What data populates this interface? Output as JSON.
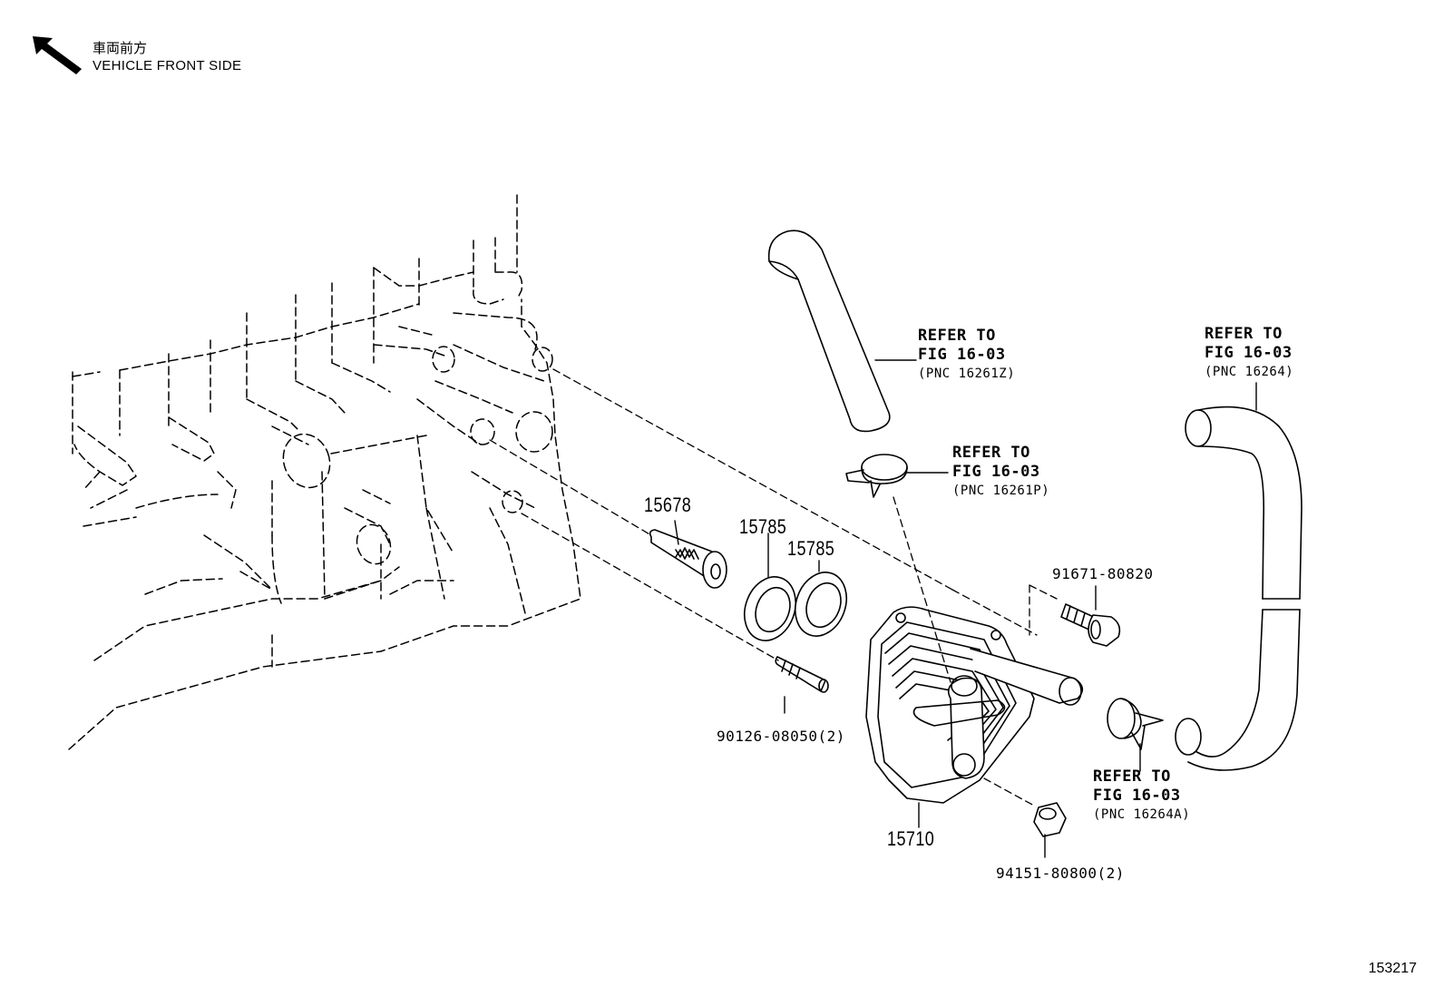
{
  "orientation": {
    "label_jp": "車両前方",
    "label_en": "VEHICLE FRONT SIDE",
    "icon": "arrow-up-left-icon"
  },
  "parts": [
    {
      "part_no": "15678"
    },
    {
      "part_no": "15785"
    },
    {
      "part_no": "15785"
    },
    {
      "part_no": "15710"
    },
    {
      "part_no": "91671-80820"
    },
    {
      "part_no": "90126-08050(2)"
    },
    {
      "part_no": "94151-80800(2)"
    }
  ],
  "references": [
    {
      "line1": "REFER TO",
      "line2": "FIG 16-03",
      "line3": "(PNC 16261Z)"
    },
    {
      "line1": "REFER TO",
      "line2": "FIG 16-03",
      "line3": "(PNC 16261P)"
    },
    {
      "line1": "REFER TO",
      "line2": "FIG 16-03",
      "line3": "(PNC 16264)"
    },
    {
      "line1": "REFER TO",
      "line2": "FIG 16-03",
      "line3": "(PNC 16264A)"
    }
  ],
  "image_id": "153217"
}
